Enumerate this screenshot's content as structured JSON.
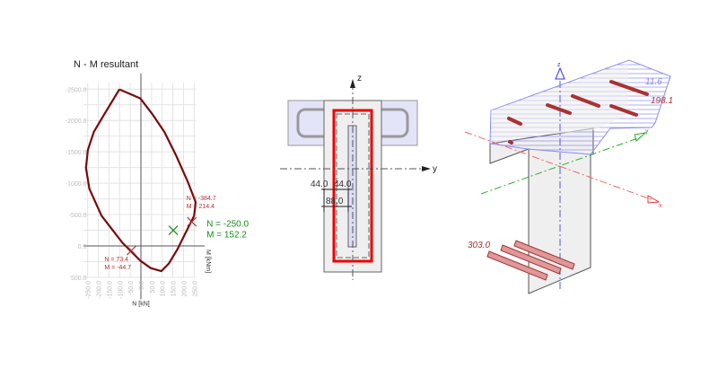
{
  "nm_chart": {
    "title": "N - M resultant",
    "x_axis_label": "N [kN]",
    "y_axis_label": "M [kNm]",
    "x_ticks": [
      "-250.0",
      "-200.0",
      "-150.0",
      "-100.0",
      "-50.0",
      "0.0",
      "50.0",
      "100.0",
      "150.0",
      "200.0",
      "250.0"
    ],
    "y_ticks": [
      "-2500.0",
      "-2000.0",
      "-1500.0",
      "-1000.0",
      "-500.0",
      "0.0",
      "500.0"
    ],
    "curve_color": "#7a0a0a",
    "markers": [
      {
        "x": -44.7,
        "y": 73.4,
        "color": "#b03030",
        "labels": [
          "N = 73.4",
          "M = -44.7"
        ]
      },
      {
        "x": 239,
        "y": -384.7,
        "color": "#b03030",
        "labels": [
          "N = -384.7",
          "M = 214.4"
        ]
      },
      {
        "x": 152.2,
        "y": -250.0,
        "color": "#1a8a1a",
        "labels": [
          "N = -250.0",
          "M = 152.2"
        ]
      }
    ]
  },
  "chart_data": {
    "type": "line",
    "title": "N - M resultant",
    "xlabel": "N [kN]",
    "ylabel": "M [kNm]",
    "xlim": [
      -250,
      250
    ],
    "ylim": [
      -2500,
      500
    ],
    "grid": true,
    "series": [
      {
        "x": [
          -101,
          -45,
          -3,
          53,
          110,
          166,
          222,
          257,
          250,
          208,
          173,
          131,
          96,
          46,
          -3,
          -87,
          -185,
          -242,
          -258,
          -249,
          -221,
          -171,
          -101
        ],
        "y": [
          -2495,
          -2414,
          -2352,
          -2104,
          -1818,
          -1436,
          -1007,
          -697,
          -482,
          -196,
          43,
          281,
          401,
          353,
          234,
          -52,
          -482,
          -911,
          -1245,
          -1531,
          -1818,
          -2104,
          -2495
        ]
      }
    ]
  },
  "section": {
    "axis_z": "z",
    "axis_y": "y",
    "dims": [
      "44.0",
      "44.0",
      "88.0"
    ]
  },
  "view3d": {
    "axis_x": "x",
    "axis_y": "y",
    "axis_z": "z",
    "stress_top": "11.6",
    "stress_mid": "198.1",
    "stress_bottom": "303.0"
  }
}
